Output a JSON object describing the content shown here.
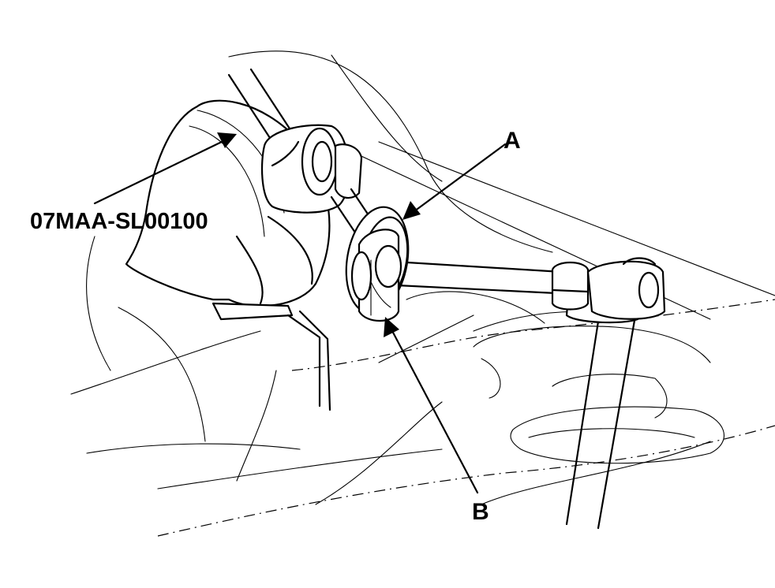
{
  "callouts": {
    "tool_number": "07MAA-SL00100",
    "label_a": "A",
    "label_b": "B"
  }
}
